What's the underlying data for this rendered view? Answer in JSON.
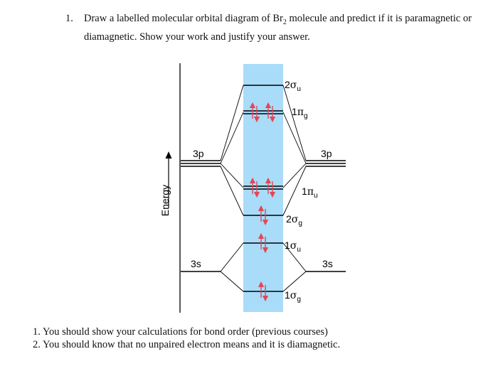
{
  "question": {
    "number": "1.",
    "text_before_sub": "Draw a labelled molecular orbital diagram of Br",
    "subscript": "2",
    "text_after_sub": " molecule and predict if it is paramagnetic or diamagnetic. Show your work and justify your answer."
  },
  "diagram": {
    "energy_axis_label": "Energy",
    "atomic_orbitals": {
      "left_3p": "3p",
      "right_3p": "3p",
      "left_3s": "3s",
      "right_3s": "3s"
    },
    "molecular_orbitals": [
      {
        "id": "2sigma_u",
        "main": "2",
        "greek": "σ",
        "sub": "u",
        "electrons": 0
      },
      {
        "id": "1pi_g",
        "main": "1",
        "greek": "π",
        "sub": "g",
        "electrons": 4
      },
      {
        "id": "1pi_u",
        "main": "1",
        "greek": "π",
        "sub": "u",
        "electrons": 4
      },
      {
        "id": "2sigma_g",
        "main": "2",
        "greek": "σ",
        "sub": "g",
        "electrons": 2
      },
      {
        "id": "1sigma_u",
        "main": "1",
        "greek": "σ",
        "sub": "u",
        "electrons": 2
      },
      {
        "id": "1sigma_g",
        "main": "1",
        "greek": "σ",
        "sub": "g",
        "electrons": 2
      }
    ],
    "colors": {
      "highlight": "#a9dcf8",
      "electron_arrow": "#e04858",
      "line": "#000000"
    }
  },
  "notes": [
    "1. You should show your calculations for bond order (previous courses)",
    "2. You should know that no unpaired electron means and it is diamagnetic."
  ]
}
